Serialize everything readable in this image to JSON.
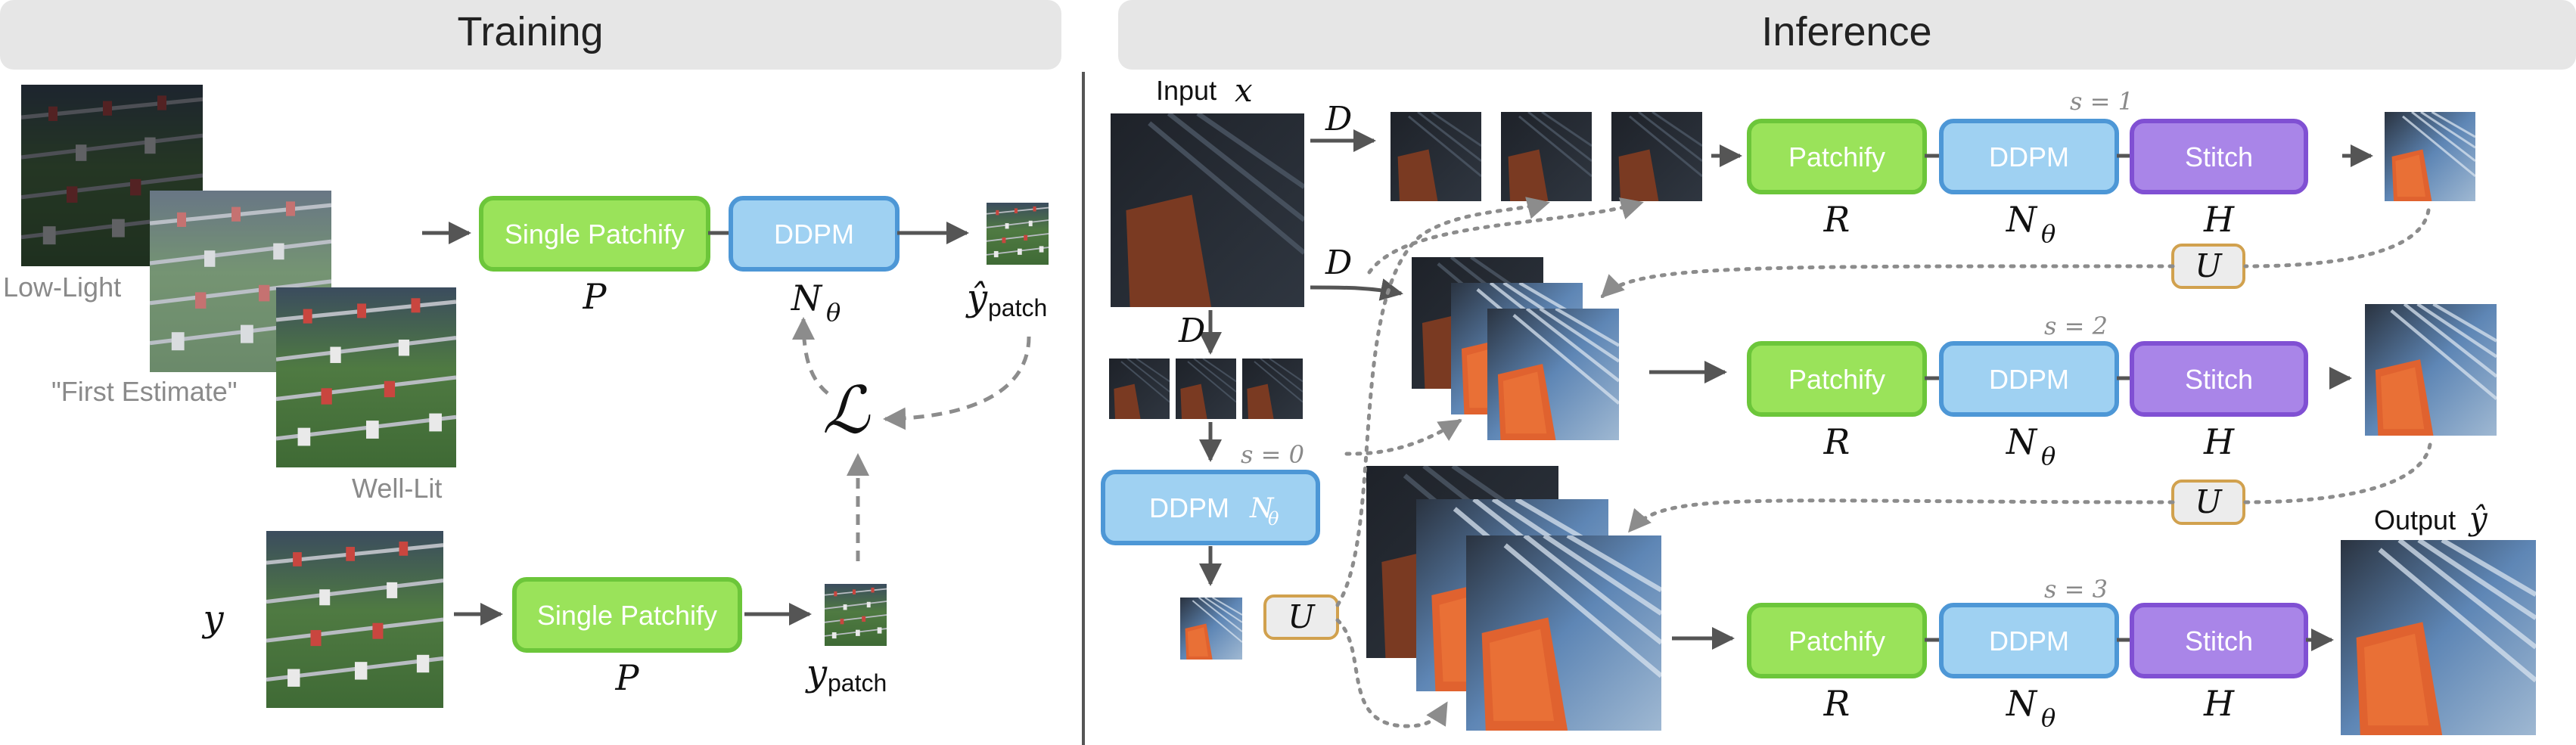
{
  "colors": {
    "header_bg": "#e6e6e6",
    "green_fill": "#9ae35a",
    "green_stroke": "#6cc63a",
    "blue_fill": "#9fd1f2",
    "blue_stroke": "#4d97d6",
    "purple_fill": "#a985e8",
    "purple_stroke": "#8050d3",
    "u_fill": "#ececec",
    "u_stroke": "#d1a14e",
    "arrow": "#555555",
    "dashed": "#8c8c8c",
    "gray_text": "#8a8a8a",
    "photo_dark": "#2a2f38",
    "photo_field": "#4e7a3f",
    "photo_orange": "#e0622f",
    "photo_blue": "#5d86b6"
  },
  "training": {
    "title": "Training",
    "low_light_label": "Low-Light",
    "first_estimate_label": "\"First Estimate\"",
    "well_lit_label": "Well-Lit",
    "single_patchify_label": "Single Patchify",
    "ddpm_label": "DDPM",
    "p_symbol": "P",
    "n_symbol": "N",
    "n_subscript": "θ",
    "yhat_patch_symbol": "ŷ",
    "patch_subscript": "patch",
    "y_symbol": "y",
    "y_patch_symbol": "y",
    "loss_symbol": "ℒ"
  },
  "inference": {
    "title": "Inference",
    "input_label": "Input",
    "input_symbol": "x",
    "d_symbol": "D",
    "ddpm_label": "DDPM",
    "n_symbol": "N",
    "n_subscript": "θ",
    "s0_label": "s = 0",
    "u_label": "U",
    "stages": [
      {
        "s_label": "s = 1",
        "patchify": "Patchify",
        "ddpm": "DDPM",
        "stitch": "Stitch",
        "r": "R",
        "h": "H"
      },
      {
        "s_label": "s = 2",
        "patchify": "Patchify",
        "ddpm": "DDPM",
        "stitch": "Stitch",
        "r": "R",
        "h": "H"
      },
      {
        "s_label": "s = 3",
        "patchify": "Patchify",
        "ddpm": "DDPM",
        "stitch": "Stitch",
        "r": "R",
        "h": "H"
      }
    ],
    "output_label": "Output",
    "output_symbol": "ŷ"
  }
}
